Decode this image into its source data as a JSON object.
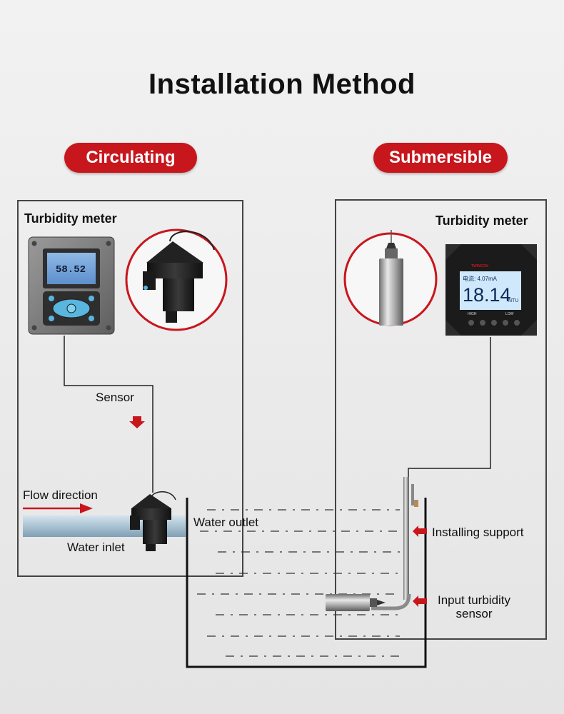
{
  "title": "Installation Method",
  "sections": {
    "circulating": {
      "badge": "Circulating",
      "meter_label": "Turbidity meter",
      "meter_display_value": "58.52",
      "sensor_label": "Sensor",
      "flow_label": "Flow direction",
      "inlet_label": "Water inlet",
      "outlet_label": "Water outlet"
    },
    "submersible": {
      "badge": "Submersible",
      "meter_label": "Turbidity meter",
      "meter_display_top": "电流: 4.07mA",
      "meter_display_value": "18.14",
      "meter_display_unit": "NTU",
      "meter_button_left": "HIGH",
      "meter_button_right": "LOW",
      "brand": "TWINCON",
      "support_label": "Installing support",
      "probe_label_line1": "Input turbidity",
      "probe_label_line2": "sensor"
    }
  },
  "colors": {
    "accent_red": "#c8161d",
    "pipe_blue": "#a9c3d3",
    "panel_border": "#444444"
  }
}
